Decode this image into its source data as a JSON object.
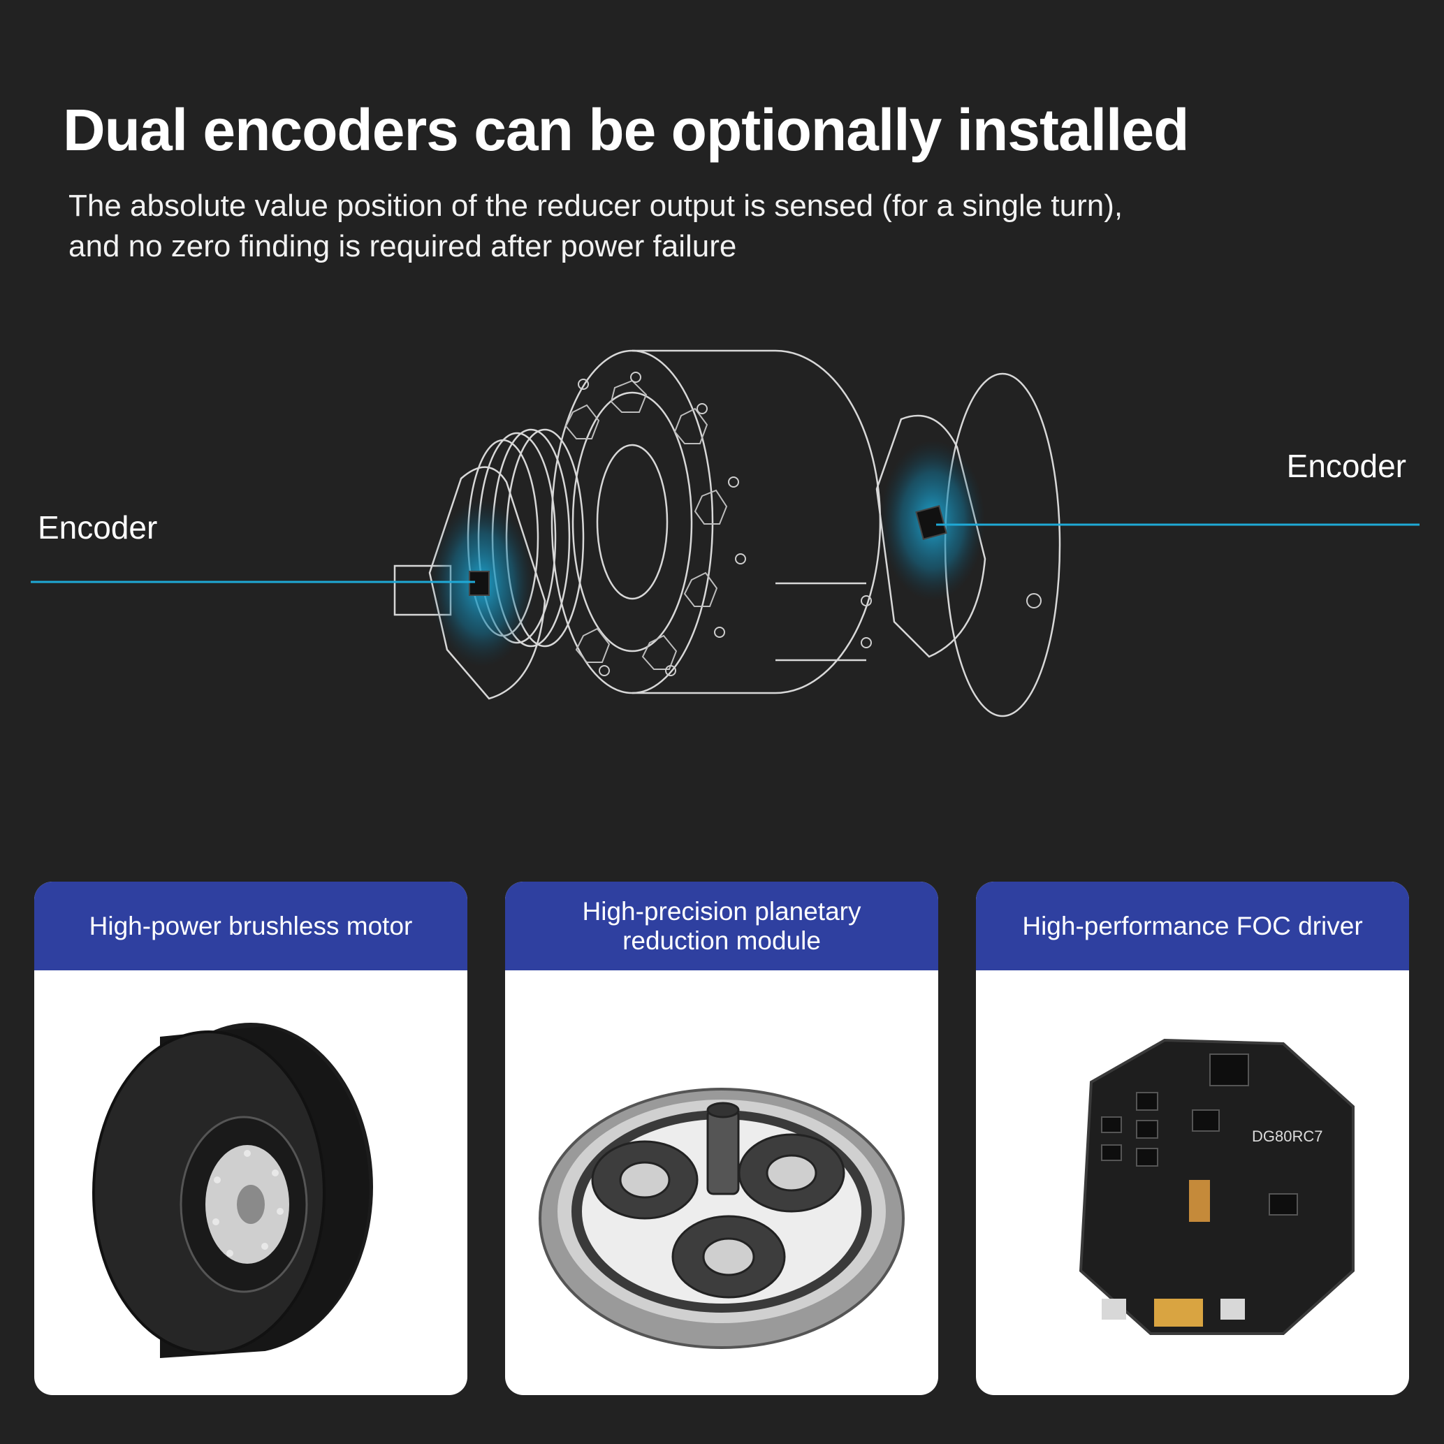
{
  "header": {
    "title": "Dual encoders can be optionally installed",
    "subtitle_line1": "The absolute value position of the reducer output is sensed (for a single turn),",
    "subtitle_line2": "and no zero finding is required after power failure"
  },
  "diagram": {
    "left_label": "Encoder",
    "right_label": "Encoder",
    "accent_color": "#1fa9d6",
    "chip_marking": "DG80RC7"
  },
  "cards": [
    {
      "title": "High-power brushless motor",
      "icon": "brushless-motor-image"
    },
    {
      "title": "High-precision planetary reduction module",
      "icon": "planetary-gear-image"
    },
    {
      "title": "High-performance FOC driver",
      "icon": "foc-driver-board-image"
    }
  ],
  "colors": {
    "background": "#222222",
    "card_header": "#2f40a0",
    "card_body": "#ffffff"
  }
}
